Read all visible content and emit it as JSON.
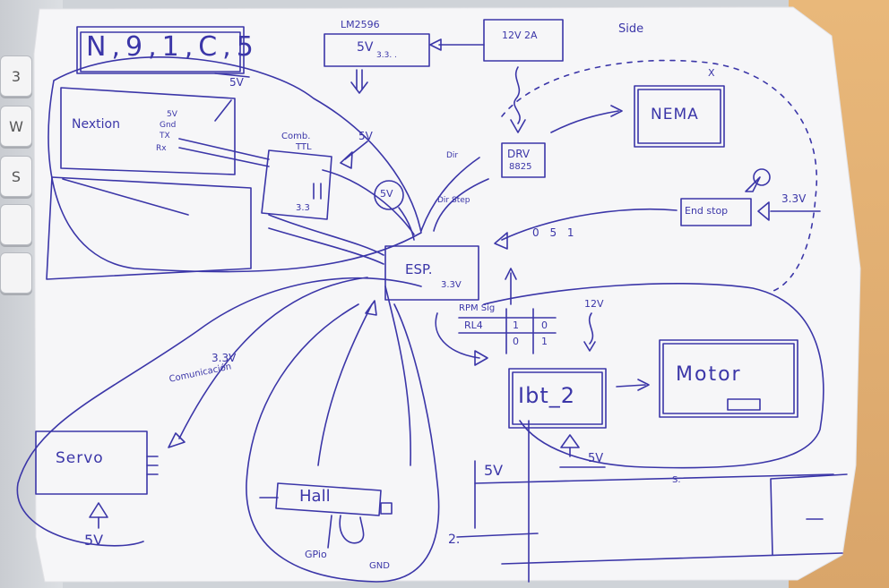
{
  "keys": [
    "3",
    "W",
    "S"
  ],
  "colors": {
    "ink": "#3b36a8",
    "paper": "#f6f6f8",
    "desk": "#e0ad72",
    "keyboard": "#dcdfe3"
  },
  "labels": {
    "top_left_scribble": "N,9,1,C,5",
    "nextion": "Nextion",
    "nextion_pins": [
      "5V",
      "Gnd",
      "TX",
      "Rx"
    ],
    "five_v_top": "5V",
    "lm2596": "LM2596",
    "lm_box": "5V",
    "lm_box_sub": "3.3. .",
    "supply_12v": "12V 2A",
    "side_top": "Side",
    "x_right": "X",
    "nema": "NEMA",
    "drv": "DRV",
    "drv_sub": "8825",
    "combi": "Comb.",
    "ttl": "TTL",
    "combi_5v": "5V",
    "combi_33": "3.3",
    "circle_5v": "5V",
    "dir_label": "Dir",
    "step_label": "Dir Step",
    "end_stop": "End stop",
    "end_stop_33": "3.3V",
    "esp_signal": "0 5 1",
    "esp": "ESP.",
    "esp_sub": "3.3V",
    "rpm_label": "RPM Sig",
    "rl_label": "RL4",
    "rl_vals": [
      "1",
      "0",
      "0",
      "1"
    ],
    "v12_label": "12V",
    "ibt2": "Ibt_2",
    "motor": "Motor",
    "ibt_5v": "5V",
    "servo_33": "3.3V",
    "servo_comm": "Comunicación",
    "servo": "Servo",
    "servo_5v": "5V",
    "hall": "Hall",
    "gpio": "GPio",
    "gnd": "GND",
    "bottom_5v": "5V",
    "bottom_2": "2.",
    "bottom_s": "S."
  }
}
